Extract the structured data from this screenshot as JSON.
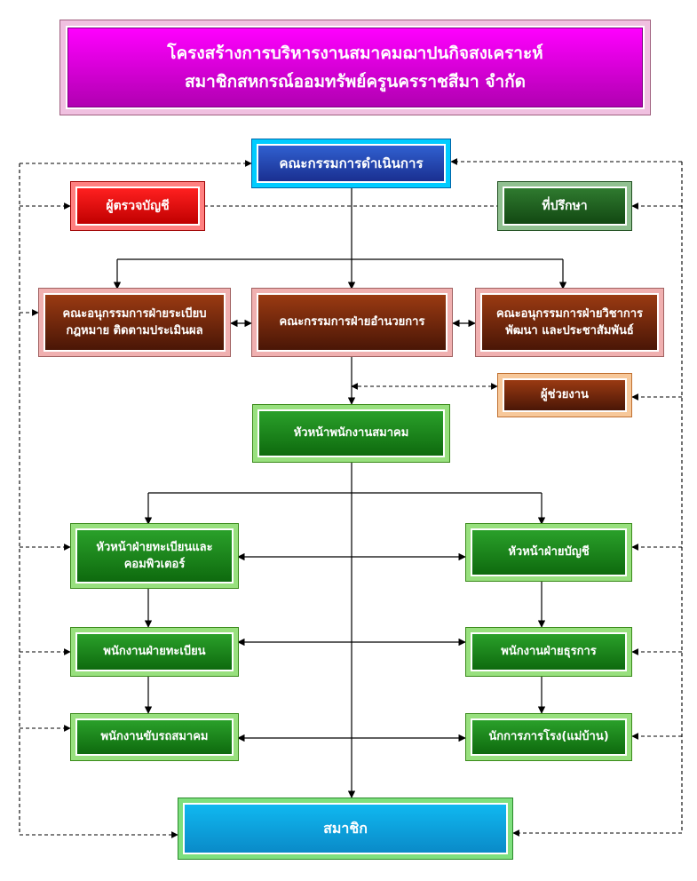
{
  "title": {
    "line1": "โครงสร้างการบริหารงานสมาคมฌาปนกิจสงเคราะห์",
    "line2": "สมาชิกสหกรณ์ออมทรัพย์ครูนครราชสีมา จำกัด"
  },
  "nodes": {
    "executive_committee": "คณะกรรมการดำเนินการ",
    "auditor": "ผู้ตรวจบัญชี",
    "advisor": "ที่ปรึกษา",
    "sub_regulation_line1": "คณะอนุกรรมการฝ่ายระเบียบ",
    "sub_regulation_line2": "กฎหมาย ติดตามประเมินผล",
    "admin_committee": "คณะกรรมการฝ่ายอำนวยการ",
    "sub_academic_line1": "คณะอนุกรรมการฝ่ายวิชาการ",
    "sub_academic_line2": "พัฒนา และประชาสัมพันธ์",
    "assistant": "ผู้ช่วยงาน",
    "head_staff": "หัวหน้าพนักงานสมาคม",
    "head_registration_line1": "หัวหน้าฝ่ายทะเบียนและ",
    "head_registration_line2": "คอมพิวเตอร์",
    "head_accounting": "หัวหน้าฝ่ายบัญชี",
    "registration_staff": "พนักงานฝ่ายทะเบียน",
    "general_affairs_staff": "พนักงานฝ่ายธุรการ",
    "driver": "พนักงานขับรถสมาคม",
    "janitor": "นักการภารโรง(แม่บ้าน)",
    "members": "สมาชิก"
  },
  "colors": {
    "title": "#e000e0",
    "executive": "#2040b0",
    "auditor": "#e00000",
    "advisor": "#1f5f1f",
    "committee": "#6a2208",
    "staff": "#1e8a1e",
    "members": "#10a8e0"
  }
}
